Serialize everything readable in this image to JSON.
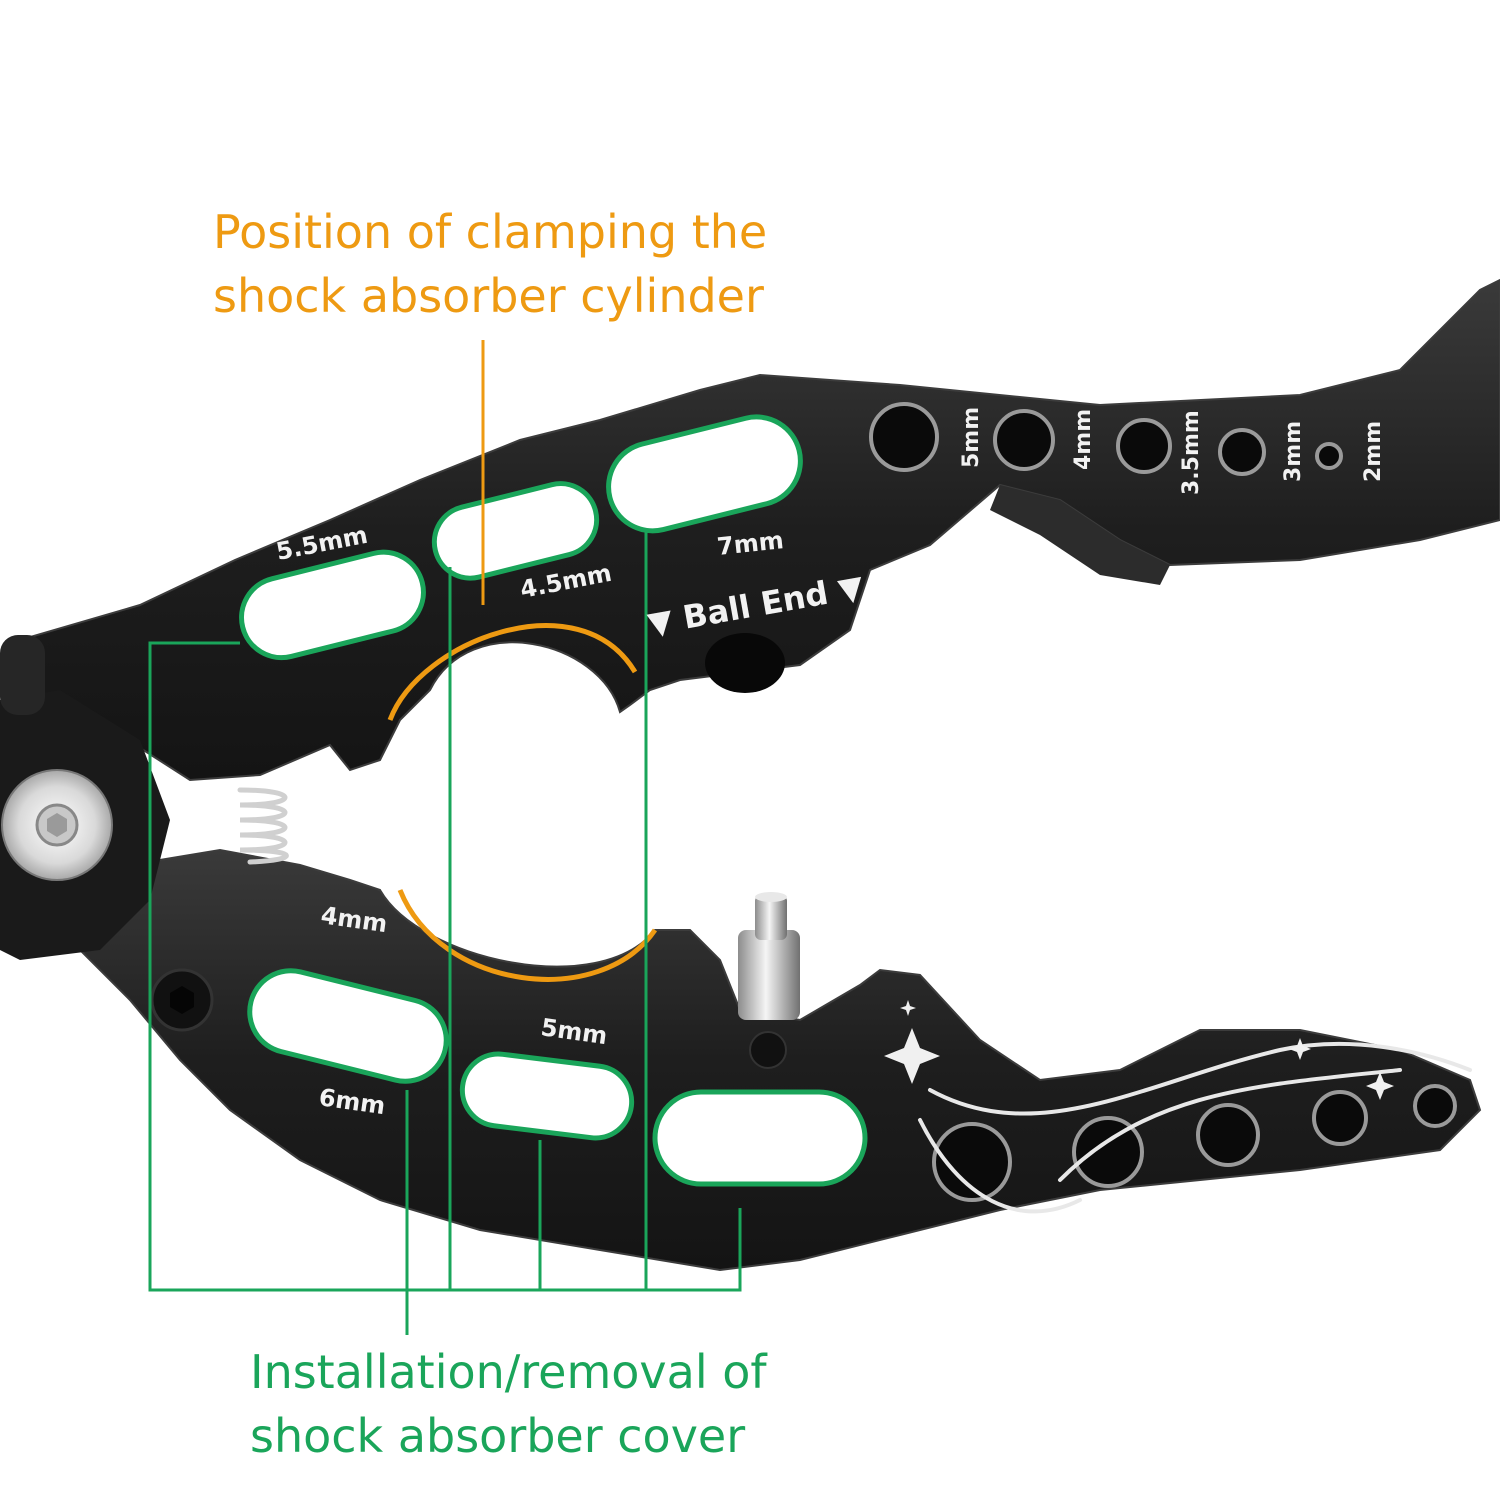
{
  "callouts": {
    "clamping": {
      "line1": "Position of clamping the",
      "line2": "shock absorber cylinder",
      "color": "#ee9a12"
    },
    "cover": {
      "line1": "Installation/removal of",
      "line2": "shock absorber cover",
      "color": "#1aa55a"
    }
  },
  "upper_jaw": {
    "slot_labels": [
      "5.5mm",
      "4.5mm",
      "7mm"
    ],
    "ball_end_label": "▼ Ball End ▼",
    "hole_labels": [
      "5mm",
      "4mm",
      "3.5mm",
      "3mm",
      "2mm"
    ]
  },
  "lower_jaw": {
    "slot_labels": [
      "4mm",
      "6mm",
      "5mm"
    ]
  },
  "colors": {
    "tool_body": "#202020",
    "tool_edge": "#3a3a3a",
    "engraving": "#f2f2f2",
    "background": "#ffffff"
  }
}
